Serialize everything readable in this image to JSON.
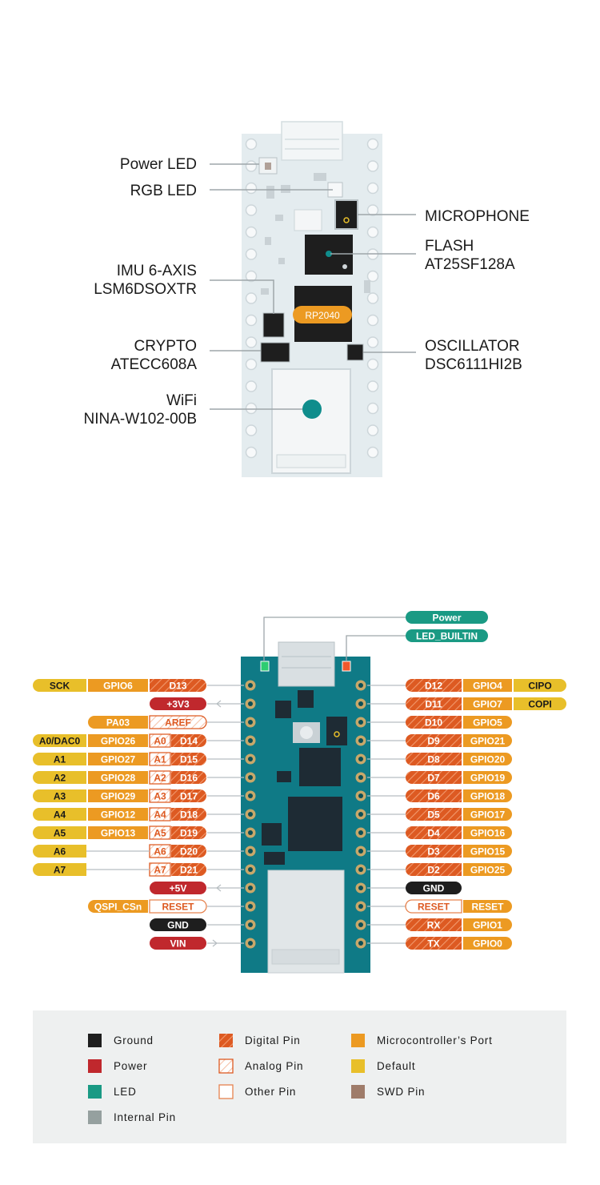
{
  "top_board": {
    "callouts_left": [
      {
        "line1": "Power LED",
        "line2": ""
      },
      {
        "line1": "RGB LED",
        "line2": ""
      },
      {
        "line1": "IMU 6-AXIS",
        "line2": "LSM6DSOXTR"
      },
      {
        "line1": "CRYPTO",
        "line2": "ATECC608A"
      },
      {
        "line1": "WiFi",
        "line2": "NINA-W102-00B"
      }
    ],
    "callouts_right": [
      {
        "line1": "MICROPHONE",
        "line2": ""
      },
      {
        "line1": "FLASH",
        "line2": "AT25SF128A"
      },
      {
        "line1": "OSCILLATOR",
        "line2": "DSC6111HI2B"
      }
    ],
    "chip_label": "RP2040"
  },
  "pinout": {
    "top_tags": [
      "Power",
      "LED_BUILTIN"
    ],
    "left_rows": [
      {
        "labels": [
          {
            "text": "SCK",
            "type": "default"
          },
          {
            "text": "GPIO6",
            "type": "mcu"
          },
          {
            "text": "D13",
            "type": "digital"
          }
        ]
      },
      {
        "labels": [
          {
            "text": "+3V3",
            "type": "power"
          }
        ]
      },
      {
        "labels": [
          {
            "text": "PA03",
            "type": "mcu"
          },
          {
            "text": "AREF",
            "type": "analog"
          }
        ]
      },
      {
        "labels": [
          {
            "text": "A0/DAC0",
            "type": "default"
          },
          {
            "text": "GPIO26",
            "type": "mcu"
          },
          {
            "text": "A0",
            "type": "analog"
          },
          {
            "text": "D14",
            "type": "digital"
          }
        ]
      },
      {
        "labels": [
          {
            "text": "A1",
            "type": "default"
          },
          {
            "text": "GPIO27",
            "type": "mcu"
          },
          {
            "text": "A1",
            "type": "analog"
          },
          {
            "text": "D15",
            "type": "digital"
          }
        ]
      },
      {
        "labels": [
          {
            "text": "A2",
            "type": "default"
          },
          {
            "text": "GPIO28",
            "type": "mcu"
          },
          {
            "text": "A2",
            "type": "analog"
          },
          {
            "text": "D16",
            "type": "digital"
          }
        ]
      },
      {
        "labels": [
          {
            "text": "A3",
            "type": "default"
          },
          {
            "text": "GPIO29",
            "type": "mcu"
          },
          {
            "text": "A3",
            "type": "analog"
          },
          {
            "text": "D17",
            "type": "digital"
          }
        ]
      },
      {
        "labels": [
          {
            "text": "A4",
            "type": "default"
          },
          {
            "text": "GPIO12",
            "type": "mcu"
          },
          {
            "text": "A4",
            "type": "analog"
          },
          {
            "text": "D18",
            "type": "digital"
          }
        ]
      },
      {
        "labels": [
          {
            "text": "A5",
            "type": "default"
          },
          {
            "text": "GPIO13",
            "type": "mcu"
          },
          {
            "text": "A5",
            "type": "analog"
          },
          {
            "text": "D19",
            "type": "digital"
          }
        ]
      },
      {
        "labels": [
          {
            "text": "A6",
            "type": "default"
          },
          {
            "text": "A6",
            "type": "analog"
          },
          {
            "text": "D20",
            "type": "digital"
          }
        ]
      },
      {
        "labels": [
          {
            "text": "A7",
            "type": "default"
          },
          {
            "text": "A7",
            "type": "analog"
          },
          {
            "text": "D21",
            "type": "digital"
          }
        ]
      },
      {
        "labels": [
          {
            "text": "+5V",
            "type": "power"
          }
        ]
      },
      {
        "labels": [
          {
            "text": "QSPI_CSn",
            "type": "mcu"
          },
          {
            "text": "RESET",
            "type": "other"
          }
        ]
      },
      {
        "labels": [
          {
            "text": "GND",
            "type": "ground"
          }
        ]
      },
      {
        "labels": [
          {
            "text": "VIN",
            "type": "power"
          }
        ]
      }
    ],
    "right_rows": [
      {
        "labels": [
          {
            "text": "D12",
            "type": "digital"
          },
          {
            "text": "GPIO4",
            "type": "mcu"
          },
          {
            "text": "CIPO",
            "type": "default"
          }
        ]
      },
      {
        "labels": [
          {
            "text": "D11",
            "type": "digital"
          },
          {
            "text": "GPIO7",
            "type": "mcu"
          },
          {
            "text": "COPI",
            "type": "default"
          }
        ]
      },
      {
        "labels": [
          {
            "text": "D10",
            "type": "digital"
          },
          {
            "text": "GPIO5",
            "type": "mcu"
          }
        ]
      },
      {
        "labels": [
          {
            "text": "D9",
            "type": "digital"
          },
          {
            "text": "GPIO21",
            "type": "mcu"
          }
        ]
      },
      {
        "labels": [
          {
            "text": "D8",
            "type": "digital"
          },
          {
            "text": "GPIO20",
            "type": "mcu"
          }
        ]
      },
      {
        "labels": [
          {
            "text": "D7",
            "type": "digital"
          },
          {
            "text": "GPIO19",
            "type": "mcu"
          }
        ]
      },
      {
        "labels": [
          {
            "text": "D6",
            "type": "digital"
          },
          {
            "text": "GPIO18",
            "type": "mcu"
          }
        ]
      },
      {
        "labels": [
          {
            "text": "D5",
            "type": "digital"
          },
          {
            "text": "GPIO17",
            "type": "mcu"
          }
        ]
      },
      {
        "labels": [
          {
            "text": "D4",
            "type": "digital"
          },
          {
            "text": "GPIO16",
            "type": "mcu"
          }
        ]
      },
      {
        "labels": [
          {
            "text": "D3",
            "type": "digital"
          },
          {
            "text": "GPIO15",
            "type": "mcu"
          }
        ]
      },
      {
        "labels": [
          {
            "text": "D2",
            "type": "digital"
          },
          {
            "text": "GPIO25",
            "type": "mcu"
          }
        ]
      },
      {
        "labels": [
          {
            "text": "GND",
            "type": "ground"
          }
        ]
      },
      {
        "labels": [
          {
            "text": "RESET",
            "type": "other"
          },
          {
            "text": "RESET",
            "type": "mcu"
          }
        ]
      },
      {
        "labels": [
          {
            "text": "RX",
            "type": "digital"
          },
          {
            "text": "GPIO1",
            "type": "mcu"
          }
        ]
      },
      {
        "labels": [
          {
            "text": "TX",
            "type": "digital"
          },
          {
            "text": "GPIO0",
            "type": "mcu"
          }
        ]
      }
    ]
  },
  "legend": {
    "items": [
      {
        "label": "Ground",
        "type": "ground"
      },
      {
        "label": "Power",
        "type": "power"
      },
      {
        "label": "LED",
        "type": "led"
      },
      {
        "label": "Internal Pin",
        "type": "internal"
      },
      {
        "label": "Digital Pin",
        "type": "digital"
      },
      {
        "label": "Analog Pin",
        "type": "analog"
      },
      {
        "label": "Other Pin",
        "type": "other"
      },
      {
        "label": "Microcontroller’s Port",
        "type": "mcu"
      },
      {
        "label": "Default",
        "type": "default"
      },
      {
        "label": "SWD Pin",
        "type": "swd"
      }
    ]
  },
  "colors": {
    "ground": "#1e1e1e",
    "power": "#c0282d",
    "led": "#1a9a84",
    "internal": "#95a09f",
    "digital": "#dd5a22",
    "analog": "#f1a07c",
    "other": "#e6834f",
    "mcu": "#ec9a22",
    "default": "#e8bf2a",
    "swd": "#9f7c6a",
    "board": "#0f7a86",
    "board_light": "#e4ecef"
  }
}
